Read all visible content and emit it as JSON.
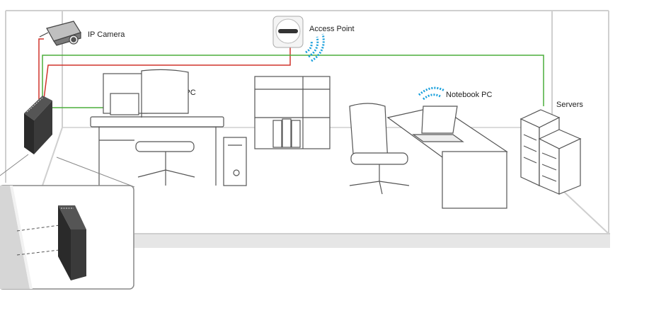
{
  "labels": {
    "ip_camera": "IP Camera",
    "access_point": "Access Point",
    "desktop_pc": "Desktop PC",
    "notebook_pc": "Notebook PC",
    "servers": "Servers"
  },
  "colors": {
    "camera_link": "#d0342c",
    "network_link": "#4cae3b",
    "wifi": "#1aa0dc",
    "outline": "#555555",
    "wall": "#cfcfcf",
    "floor": "#e6e6e6",
    "device_dark": "#2a2a2a"
  },
  "icons": [
    "ip-camera-icon",
    "access-point-icon",
    "wifi-signal-icon",
    "switch-icon",
    "server-rack-icon",
    "desktop-pc-icon",
    "notebook-pc-icon",
    "office-chair-icon",
    "bookshelf-icon",
    "desk-icon"
  ]
}
